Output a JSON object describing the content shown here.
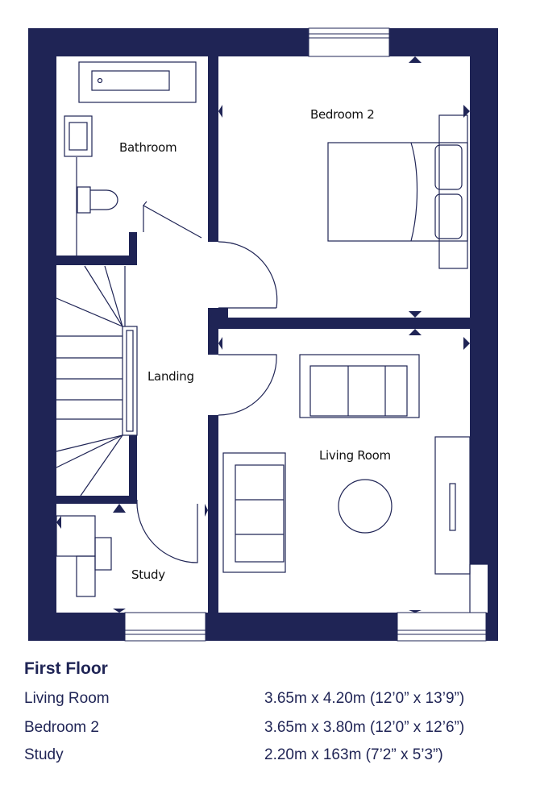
{
  "plan": {
    "wall_color": "#1f2455",
    "rooms": {
      "bedroom2": "Bedroom 2",
      "bathroom": "Bathroom",
      "landing": "Landing",
      "living": "Living Room",
      "study": "Study"
    }
  },
  "legend": {
    "title": "First Floor",
    "rows": [
      {
        "name": "Living Room",
        "dims": "3.65m  x 4.20m (12’0” x 13’9”)"
      },
      {
        "name": "Bedroom 2",
        "dims": "3.65m x 3.80m (12’0” x 12’6”)"
      },
      {
        "name": "Study",
        "dims": "2.20m x 163m (7’2” x 5’3”)"
      }
    ]
  }
}
